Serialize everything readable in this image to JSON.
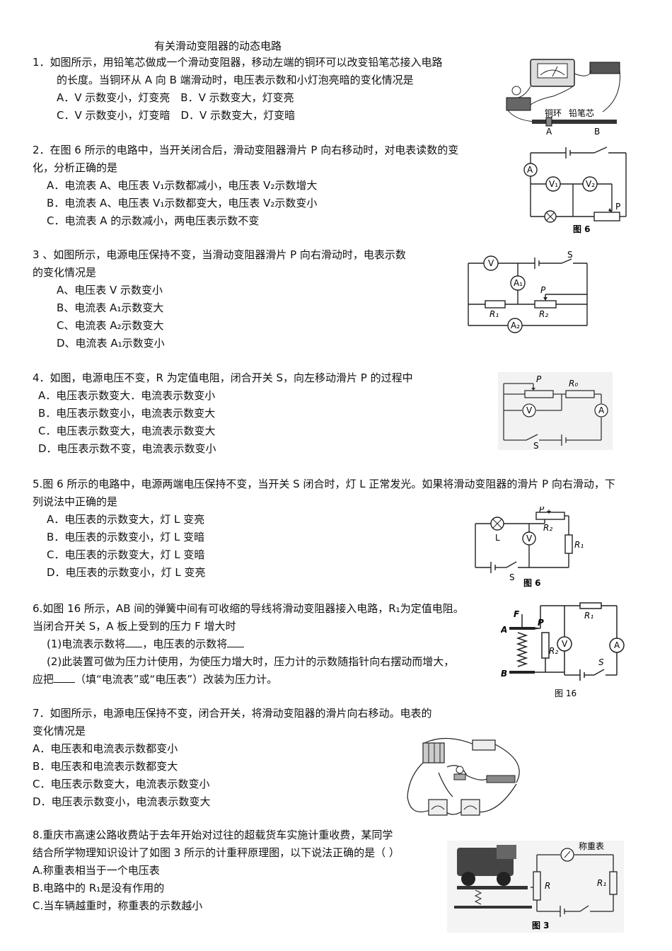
{
  "doc": {
    "title": "有关滑动变阻器的动态电路"
  },
  "q1": {
    "l1": "1．如图所示，用铅笔芯做成一个滑动变阻器，移动左端的铜环可以改变铅笔芯接入电路",
    "l2": "的长度。当铜环从 A 向 B 端滑动时，电压表示数和小灯泡亮暗的变化情况是",
    "l3": "A．V 示数变小，灯变亮　B．V 示数变大，灯变亮",
    "l4": "C．V 示数变小，灯变暗　D．V 示数变大，灯变暗",
    "fig_label_ring": "铜环",
    "fig_label_lead": "铅笔芯",
    "fig_label_a": "A",
    "fig_label_b": "B"
  },
  "q2": {
    "l1": "2．在图 6 所示的电路中，当开关闭合后，滑动变阻器滑片 P 向右移动时，对电表读数的变",
    "l2": "化，分析正确的是",
    "oa": "A．电流表 A、电压表 V₁示数都减小，电压表 V₂示数增大",
    "ob": "B．电流表 A、电压表 V₁示数都变大，电压表 V₂示数变小",
    "oc": "C．电流表 A 的示数减小，两电压表示数不变",
    "fig_cap": "图 6",
    "m_a": "A",
    "m_v1": "V₁",
    "m_v2": "V₂",
    "m_p": "P"
  },
  "q3": {
    "l1": "3 、如图所示，电源电压保持不变，当滑动变阻器滑片 P 向右滑动时，电表示数",
    "l2": "的变化情况是",
    "oa": "A、电压表 V 示数变小",
    "ob": "B、电流表 A₁示数变大",
    "oc": "C、电流表 A₂示数变大",
    "od": "D、电流表 A₁示数变小",
    "m_v": "V",
    "m_a1": "A₁",
    "m_a2": "A₂",
    "m_s": "S",
    "m_p": "P",
    "m_r1": "R₁",
    "m_r2": "R₂"
  },
  "q4": {
    "l1": "4．如图，电源电压不变，R 为定值电阻，闭合开关 S，向左移动滑片 P 的过程中",
    "oa": "A．电压表示数变大．电流表示数变小",
    "ob": "B．电压表示数变小，电流表示数变大",
    "oc": "C．电压表示数变大，电流表示数变大",
    "od": "D．电压表示数不变，电流表示数变小",
    "m_p": "P",
    "m_r": "R₀",
    "m_v": "V",
    "m_a": "A",
    "m_s": "S"
  },
  "q5": {
    "l1": "5.图 6 所示的电路中，电源两端电压保持不变，当开关 S 闭合时，灯 L 正常发光。如果将滑动变阻器的滑片 P 向右滑动，下",
    "l2": "列说法中正确的是",
    "oa": "A．电压表的示数变大，灯 L 变亮",
    "ob": "B．电压表的示数变小，灯 L 变暗",
    "oc": "C．电压表的示数变大，灯 L 变暗",
    "od": "D．电压表的示数变小，灯 L 变亮",
    "fig_cap": "图 6",
    "m_l": "L",
    "m_p": "P",
    "m_r2": "R₂",
    "m_r1": "R₁",
    "m_v": "V",
    "m_s": "S"
  },
  "q6": {
    "l1": "6.如图 16 所示，AB 间的弹簧中间有可收缩的导线将滑动变阻器接入电路，R₁为定值电阻。",
    "l2": "当闭合开关 S，A 板上受到的压力 F 增大时",
    "l3a": "(1)电流表示数将",
    "l3b": "，电压表的示数将",
    "l4": "(2)此装置可做为压力计使用，为使压力增大时，压力计的示数随指针向右摆动而增大，",
    "l5a": "应把",
    "l5b": "（填“电流表”或“电压表”）改装为压力计。",
    "fig_cap": "图 16",
    "m_f": "F",
    "m_a": "A",
    "m_b": "B",
    "m_p": "P",
    "m_r1": "R₁",
    "m_r2": "R₂",
    "m_v": "V",
    "m_am": "A",
    "m_s": "S"
  },
  "q7": {
    "l1": "7．如图所示，电源电压保持不变，闭合开关，将滑动变阻器的滑片向右移动。电表的",
    "l2": "变化情况是",
    "oa": "A．电压表和电流表示数都变小",
    "ob": "B．电压表和电流表示数都变大",
    "oc": "C．电压表示数变大，电流表示数变小",
    "od": "D．电压表示数变小，电流表示数变大"
  },
  "q8": {
    "l1": "8.重庆市高速公路收费站于去年开始对过往的超载货车实施计重收费，某同学",
    "l2": "结合所学物理知识设计了如图 3 所示的计重秤原理图，以下说法正确的是（ ）",
    "oa": "A.称重表相当于一个电压表",
    "ob": "B.电路中的 R₁是没有作用的",
    "oc": "C.当车辆越重时，称重表的示数越小",
    "fig_cap": "图 3",
    "m_meter": "称重表",
    "m_r": "R",
    "m_r1": "R₁"
  }
}
